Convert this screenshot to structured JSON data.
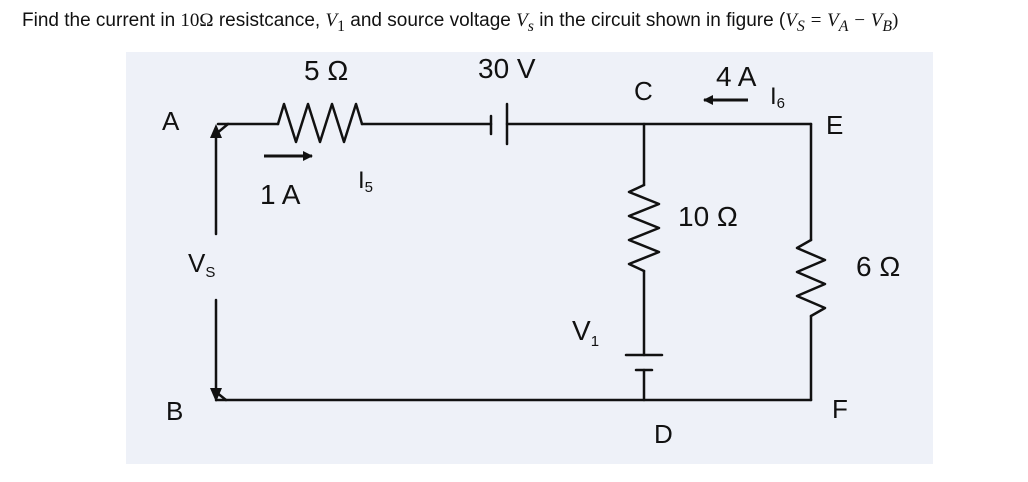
{
  "question": {
    "part1": "Find the current in ",
    "resistance": "10Ω",
    "part2": " resistcance, ",
    "v1": "V",
    "v1_sub": "1",
    "part3": " and source voltage ",
    "vs": "V",
    "vs_sub": "s",
    "part4": " in the circuit shown in figure (",
    "eq": "V",
    "eq_sub": "S",
    "eq_rest": " = V",
    "eq_a": "A",
    "eq_minus": " − V",
    "eq_b": "B",
    "close": ")"
  },
  "circuit": {
    "node_a": "A",
    "node_b": "B",
    "node_c": "C",
    "node_d": "D",
    "node_e": "E",
    "node_f": "F",
    "r5_label": "5 Ω",
    "battery_label": "30 V",
    "i_4a": "4 A",
    "i6": "I",
    "i6_sub": "6",
    "i_1a": "1 A",
    "i5": "I",
    "i5_sub": "5",
    "r10_label": "10 Ω",
    "r6_label": "6 Ω",
    "vs": "V",
    "vs_sub": "S",
    "v1": "V",
    "v1_sub": "1"
  },
  "colors": {
    "figure_bg": "#eef1f8",
    "wire": "#111111"
  }
}
